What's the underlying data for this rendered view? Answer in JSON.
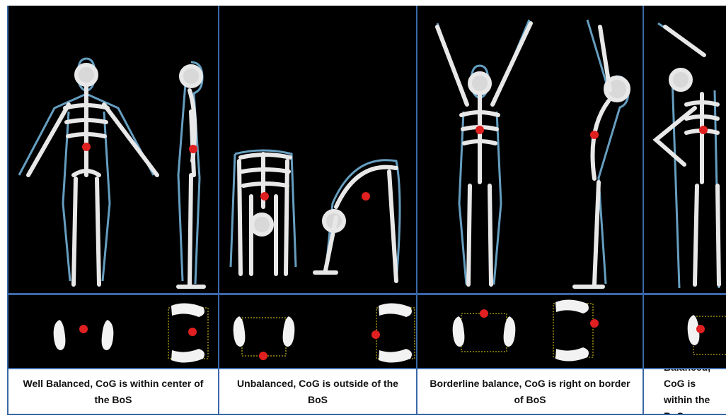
{
  "panels": [
    {
      "caption": "Well Balanced, CoG is within center of the BoS"
    },
    {
      "caption": "Unbalanced, CoG is outside of the BoS"
    },
    {
      "caption": "Borderline balance, CoG is right on border of BoS"
    },
    {
      "caption": "Balanced, CoG is within the BoS"
    }
  ],
  "colors": {
    "border": "#3b68a8",
    "cog": "#e02020",
    "outline": "#7fc6f0",
    "bone": "#e8e8e8",
    "bos_box": "#e6d21a"
  }
}
